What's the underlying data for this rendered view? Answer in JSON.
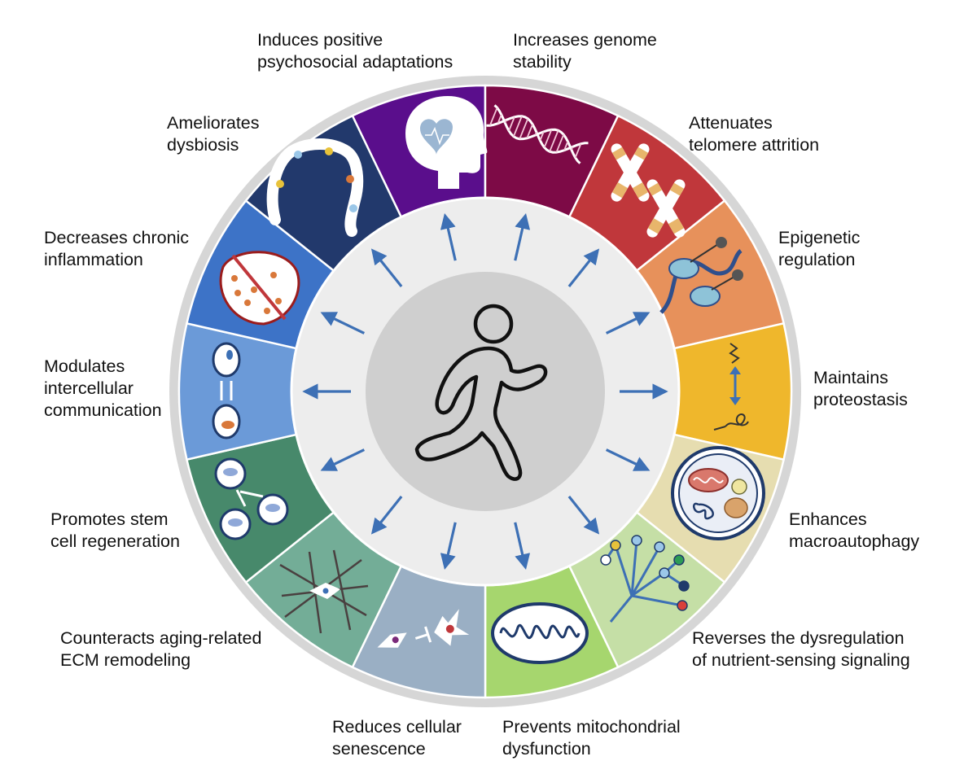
{
  "center": {
    "icon": "running-person-icon"
  },
  "segments": [
    {
      "id": "psychosocial",
      "color": "#5a0e8c",
      "icon": "head-heart-icon",
      "lines": [
        "Induces positive",
        "psychosocial adaptations"
      ]
    },
    {
      "id": "genome",
      "color": "#7d0a46",
      "icon": "dna-helix-icon",
      "lines": [
        "Increases genome",
        "stability"
      ]
    },
    {
      "id": "telomere",
      "color": "#c0373b",
      "icon": "chromosome-icon",
      "lines": [
        "Attenuates",
        "telomere attrition"
      ]
    },
    {
      "id": "epigenetic",
      "color": "#e7915b",
      "icon": "nucleosome-icon",
      "lines": [
        "Epigenetic",
        "regulation"
      ]
    },
    {
      "id": "proteostasis",
      "color": "#efb72c",
      "icon": "protein-folding-icon",
      "lines": [
        "Maintains",
        "proteostasis"
      ]
    },
    {
      "id": "macroautophagy",
      "color": "#e6ddb0",
      "icon": "autophagosome-icon",
      "lines": [
        "Enhances",
        "macroautophagy"
      ]
    },
    {
      "id": "nutrient",
      "color": "#c5dfa6",
      "icon": "signaling-network-icon",
      "lines": [
        "Reverses the dysregulation",
        "of nutrient-sensing signaling"
      ]
    },
    {
      "id": "mitochondrial",
      "color": "#a6d66e",
      "icon": "mitochondrion-icon",
      "lines": [
        "Prevents mitochondrial",
        "dysfunction"
      ]
    },
    {
      "id": "senescence",
      "color": "#9aafc4",
      "icon": "senescent-cell-icon",
      "lines": [
        "Reduces cellular",
        "senescence"
      ]
    },
    {
      "id": "ecm",
      "color": "#73ad97",
      "icon": "ecm-fibers-icon",
      "lines": [
        "Counteracts aging-related",
        "ECM remodeling"
      ]
    },
    {
      "id": "stem-cell",
      "color": "#47896b",
      "icon": "stem-cell-icon",
      "lines": [
        "Promotes stem",
        "cell regeneration"
      ]
    },
    {
      "id": "intercellular",
      "color": "#6b9ad8",
      "icon": "cell-communication-icon",
      "lines": [
        "Modulates",
        "intercellular",
        "communication"
      ]
    },
    {
      "id": "inflammation",
      "color": "#3d73c7",
      "icon": "inflamed-cell-icon",
      "lines": [
        "Decreases chronic",
        "inflammation"
      ]
    },
    {
      "id": "dysbiosis",
      "color": "#22396c",
      "icon": "gut-microbiota-icon",
      "lines": [
        "Ameliorates",
        "dysbiosis"
      ]
    }
  ]
}
